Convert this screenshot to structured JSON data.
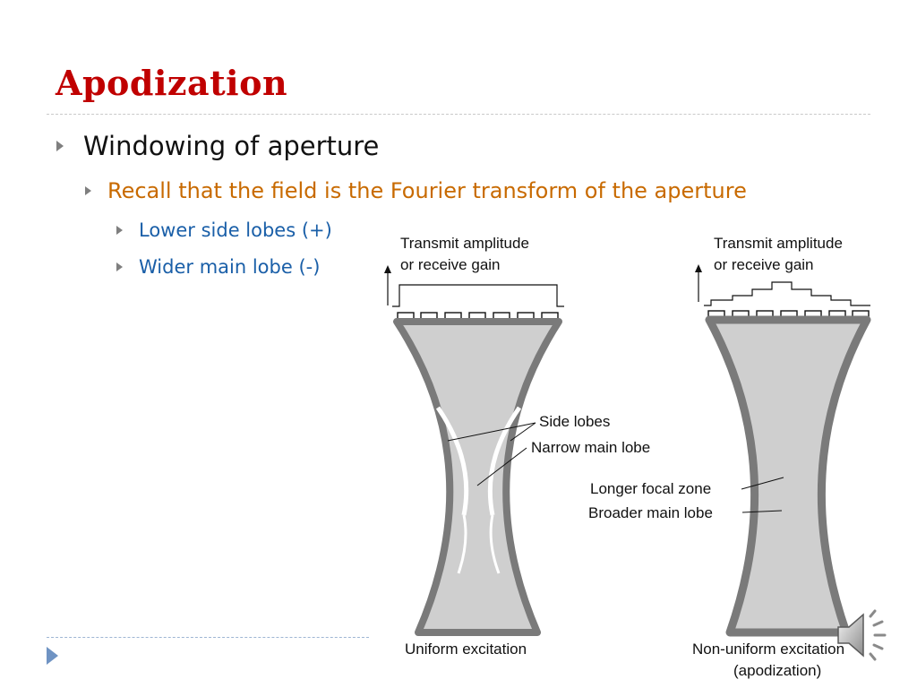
{
  "slide": {
    "title": "Apodization",
    "bullets": {
      "level1": "Windowing of aperture",
      "level2": "Recall that the field is the Fourier transform of the aperture",
      "level3": [
        "Lower side lobes (+)",
        "Wider main lobe (-)"
      ]
    }
  },
  "figure": {
    "left_panel": {
      "header_line1": "Transmit amplitude",
      "header_line2": "or receive gain",
      "label_side_lobes": "Side lobes",
      "label_narrow_main_lobe": "Narrow main lobe",
      "caption": "Uniform excitation"
    },
    "right_panel": {
      "header_line1": "Transmit amplitude",
      "header_line2": "or receive gain",
      "label_longer_focal_zone": "Longer focal zone",
      "label_broader_main_lobe": "Broader main lobe",
      "caption_line1": "Non-uniform excitation",
      "caption_line2": "(apodization)"
    }
  },
  "controls": {
    "nav_icon": "triangle-right-icon",
    "audio_icon": "speaker-icon"
  },
  "colors": {
    "title": "#c00000",
    "level1": "#111111",
    "level2": "#c86a00",
    "level3": "#1a5fa8",
    "beam_fill": "#cfcfcf",
    "beam_edge": "#7a7a7a"
  }
}
